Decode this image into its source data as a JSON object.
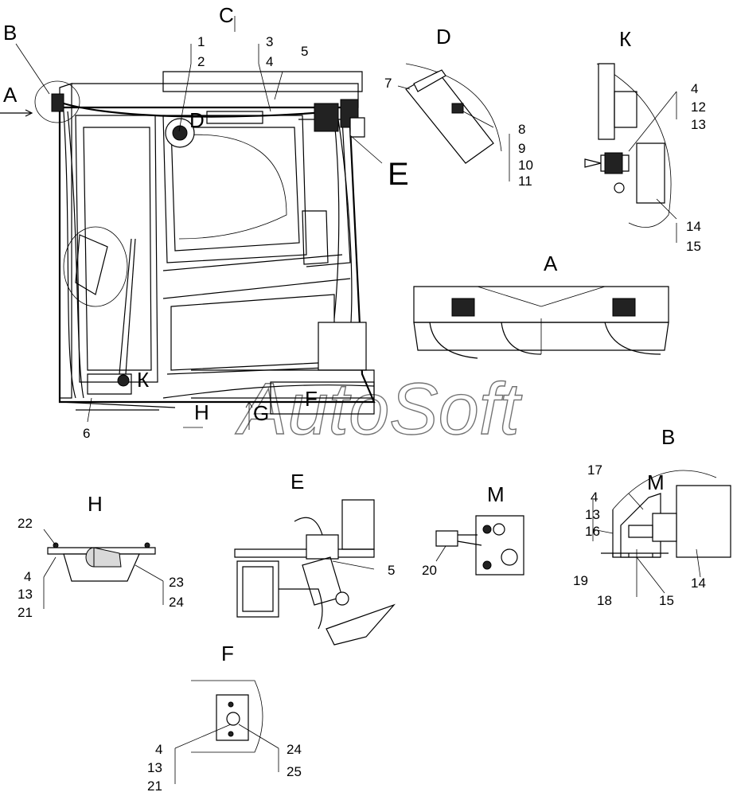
{
  "watermark": "AutoSoft",
  "view_labels": {
    "c": "C",
    "d": "D",
    "k": "К",
    "a_arrow": "A",
    "a_section": "A",
    "b_top": "B",
    "b_section": "B",
    "d_main": "D",
    "e_main": "E",
    "k_main": "К",
    "f_main": "F",
    "g_main": "G",
    "h_main": "H",
    "h_section": "H",
    "e_section": "E",
    "m_section": "M",
    "m_callout": "M",
    "f_section": "F"
  },
  "callouts": {
    "n1": "1",
    "n2": "2",
    "n3": "3",
    "n4": "4",
    "n5": "5",
    "n6": "6",
    "d7": "7",
    "d8": "8",
    "d9": "9",
    "d10": "10",
    "d11": "11",
    "k4": "4",
    "k12": "12",
    "k13": "13",
    "k14": "14",
    "k15": "15",
    "b17": "17",
    "b4": "4",
    "b13": "13",
    "b16": "16",
    "b19": "19",
    "b18": "18",
    "b15": "15",
    "b14": "14",
    "h22": "22",
    "h4": "4",
    "h13": "13",
    "h21": "21",
    "h23": "23",
    "h24": "24",
    "e5": "5",
    "m20": "20",
    "f4": "4",
    "f13": "13",
    "f21": "21",
    "f24": "24",
    "f25": "25"
  }
}
